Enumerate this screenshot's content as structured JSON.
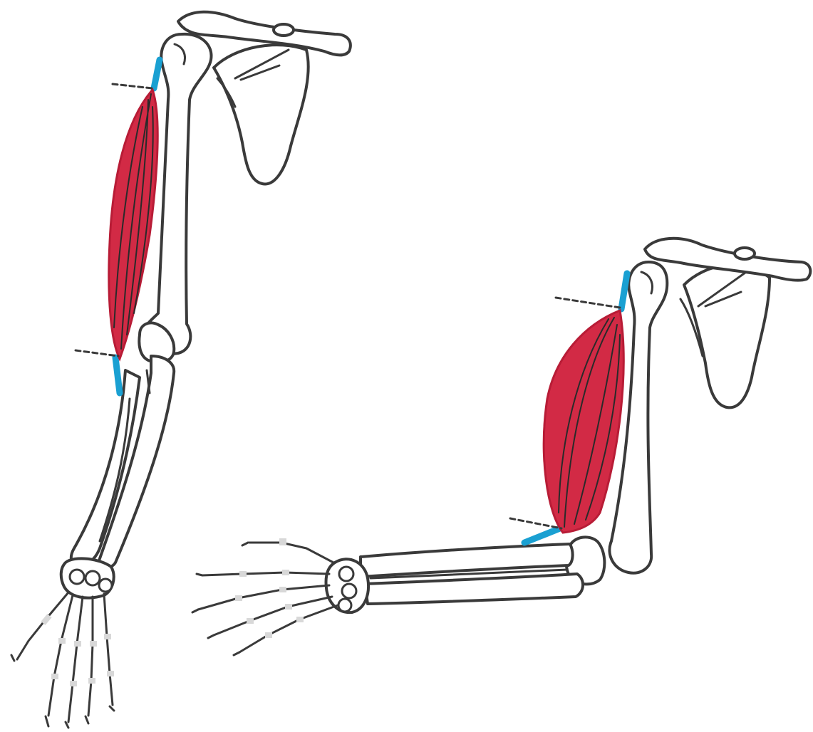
{
  "figure": {
    "panels": [
      {
        "id": "extended",
        "state": "arm extended, muscle lengthened"
      },
      {
        "id": "flexed",
        "state": "arm flexed, muscle shortened"
      }
    ]
  },
  "colors": {
    "muscle": "#d22a45",
    "muscle_edge": "#b81c36",
    "tendon": "#1aa0d2",
    "bone_outline": "#3a3a3a",
    "background": "#ffffff"
  },
  "icons": [
    "shoulder-bones",
    "humerus",
    "forearm-bones",
    "hand-bones",
    "muscle-belly",
    "tendon",
    "attachment-marker"
  ]
}
